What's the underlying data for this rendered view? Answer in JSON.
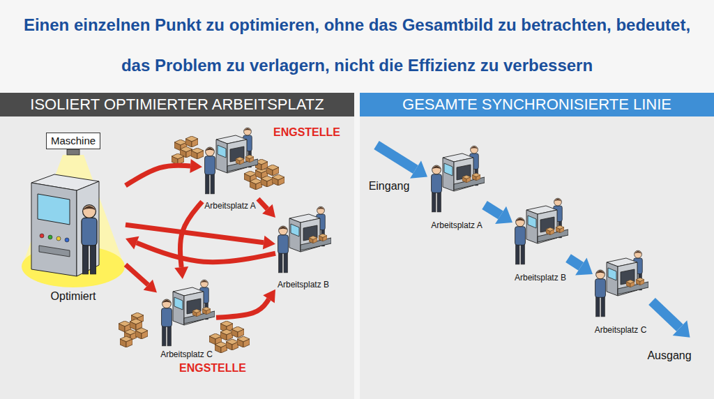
{
  "diagram": {
    "title": "Einen einzelnen Punkt zu optimieren, ohne das Gesamtbild zu betrachten, bedeutet, das Problem zu verlagern, nicht die Effizienz zu verbessern",
    "nodes": [
      {
        "text": [
          "ISOLIERT OPTIMIERTER ARBEITSPLATZ"
        ]
      },
      {
        "text": [
          "Maschine",
          "Optimiert"
        ],
        "in": 0
      },
      {
        "text": [
          "Arbeitsplatz A"
        ],
        "in": 0
      },
      {
        "text": [
          "Arbeitsplatz B"
        ],
        "in": 0
      },
      {
        "text": [
          "Arbeitsplatz C"
        ],
        "in": 0
      },
      {
        "text": [
          "GESAMTE SYNCHRONISIERTE LINIE"
        ]
      },
      {
        "text": [
          "Arbeitsplatz A"
        ],
        "in": 5
      },
      {
        "text": [
          "Arbeitsplatz B"
        ],
        "in": 5
      },
      {
        "text": [
          "Arbeitsplatz C"
        ],
        "in": 5
      }
    ],
    "edges": [
      {
        "from": 1,
        "to": 2,
        "arrow": "to"
      },
      {
        "from": 1,
        "to": 3,
        "arrow": "to"
      },
      {
        "from": 1,
        "to": 4,
        "arrow": "to"
      },
      {
        "from": 2,
        "to": 3,
        "arrow": "to"
      },
      {
        "from": 2,
        "to": 4,
        "arrow": "to"
      },
      {
        "from": 3,
        "to": 1,
        "arrow": "to"
      },
      {
        "from": 4,
        "to": 3,
        "arrow": "to"
      },
      {
        "from": 6,
        "to": 7,
        "arrow": "to"
      },
      {
        "from": 7,
        "to": 8,
        "arrow": "to"
      }
    ],
    "labels": [
      "ENGSTELLE",
      "ENGSTELLE",
      "Eingang",
      "Ausgang"
    ]
  }
}
